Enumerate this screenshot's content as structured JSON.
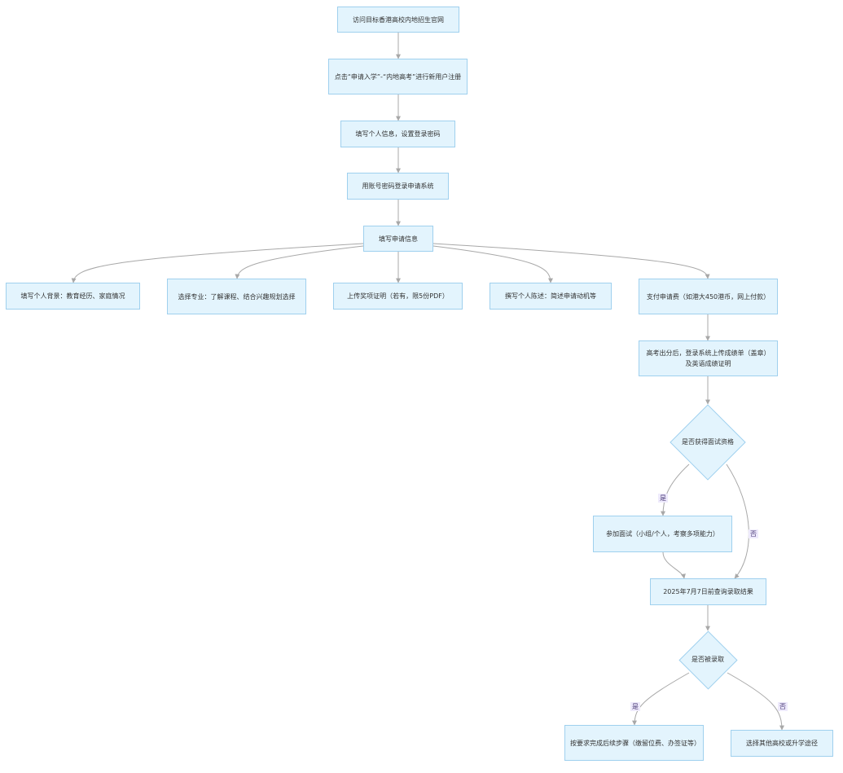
{
  "nodes": {
    "n1": "访问目标香港高校内地招生官网",
    "n2": "点击“申请入学”-“内地高考”进行新用户注册",
    "n3": "填写个人信息，设置登录密码",
    "n4": "用账号密码登录申请系统",
    "n5": "填写申请信息",
    "b1": "填写个人背景：教育经历、家庭情况",
    "b2": "选择专业：了解课程、结合兴趣规划选择",
    "b3": "上传奖项证明（若有，限5份PDF）",
    "b4": "撰写个人陈述：简述申请动机等",
    "b5": "支付申请费（如港大450港币，网上付款）",
    "n6": "高考出分后，登录系统上传成绩单（盖章）及英语成绩证明",
    "d1": "是否获得面试资格",
    "n7": "参加面试（小组/个人，考察多项能力）",
    "n8": "2025年7月7日前查询录取结果",
    "d2": "是否被录取",
    "n9": "按要求完成后续步骤（缴留位费、办签证等）",
    "n10": "选择其他高校或升学途径"
  },
  "edge_labels": {
    "d1_yes": "是",
    "d1_no": "否",
    "d2_yes": "是",
    "d2_no": "否"
  },
  "colors": {
    "node_fill": "#e3f4fd",
    "node_border": "#9fd0ee",
    "edge": "#a8a8a8",
    "label_bg": "#eeeafc"
  }
}
